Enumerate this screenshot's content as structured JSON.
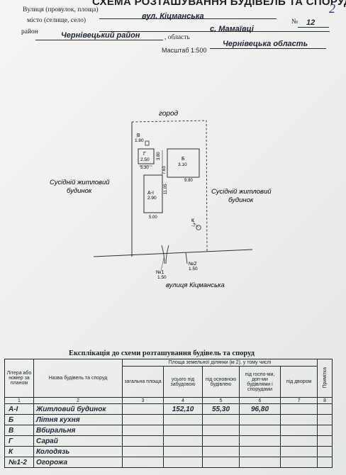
{
  "header": {
    "title": "СХЕМА РОЗТАШУВАННЯ БУДІВЕЛЬ ТА СПОРУД",
    "street_label": "Вулиця (провулок, площа)",
    "street_value": "вул. Кіцманська",
    "number_label": "№",
    "number_value": "12",
    "settlement_label": "місто (селище, село)",
    "settlement_value": "с. Мамаївці",
    "district_label": "район",
    "district_value": "Чернівецький район",
    "region_label": ", область",
    "region_value": "Чернівецька область",
    "scale": "Масштаб 1:500",
    "page_number": "2"
  },
  "scheme": {
    "garden": "город",
    "neighbor_left": [
      "Сусідній житловий",
      "будинок"
    ],
    "neighbor_right": [
      "Сусідній житловий",
      "будинок"
    ],
    "street": "вулиця  Кіцманська",
    "buildings": [
      {
        "letter": "В",
        "height": "1.80"
      },
      {
        "letter": "Г",
        "height": "2.50"
      },
      {
        "letter": "Б",
        "height": "3.10"
      },
      {
        "letter": "А-І",
        "height": "2.90"
      },
      {
        "letter": "К",
        "height": "-7"
      }
    ],
    "dimensions": [
      "5.30",
      "3.80",
      "7.63",
      "9.90",
      "11.05",
      "5.00"
    ],
    "gates": [
      {
        "label": "№1",
        "width": "1.50"
      },
      {
        "label": "№2",
        "width": "1.50"
      }
    ]
  },
  "explication": {
    "title": "Експлікація до схеми розташування будівель та споруд",
    "headers": {
      "litera": "Літера або номер за планом",
      "name": "Назва будівель та споруд",
      "area_group": "Площа земельної ділянки (м 2), у тому числі",
      "total": "загальна площа",
      "built": "усього під забудовою",
      "main": "під основною будівлею",
      "other": "під госпо-ми, доп-ми будівлями і спорудами",
      "yard": "під двором",
      "note": "Примітка"
    },
    "column_numbers": [
      "1",
      "2",
      "3",
      "4",
      "5",
      "6",
      "7",
      "8"
    ],
    "rows": [
      {
        "litera": "А-І",
        "name": "Житловий будинок",
        "total": "",
        "built": "152,10",
        "main": "55,30",
        "other": "96,80",
        "yard": "",
        "note": ""
      },
      {
        "litera": "Б",
        "name": "Літня кухня",
        "total": "",
        "built": "",
        "main": "",
        "other": "",
        "yard": "",
        "note": ""
      },
      {
        "litera": "В",
        "name": "Вбиральня",
        "total": "",
        "built": "",
        "main": "",
        "other": "",
        "yard": "",
        "note": ""
      },
      {
        "litera": "Г",
        "name": "Сарай",
        "total": "",
        "built": "",
        "main": "",
        "other": "",
        "yard": "",
        "note": ""
      },
      {
        "litera": "К",
        "name": "Колодязь",
        "total": "",
        "built": "",
        "main": "",
        "other": "",
        "yard": "",
        "note": ""
      },
      {
        "litera": "№1-2",
        "name": "Огорожа",
        "total": "",
        "built": "",
        "main": "",
        "other": "",
        "yard": "",
        "note": ""
      }
    ]
  }
}
